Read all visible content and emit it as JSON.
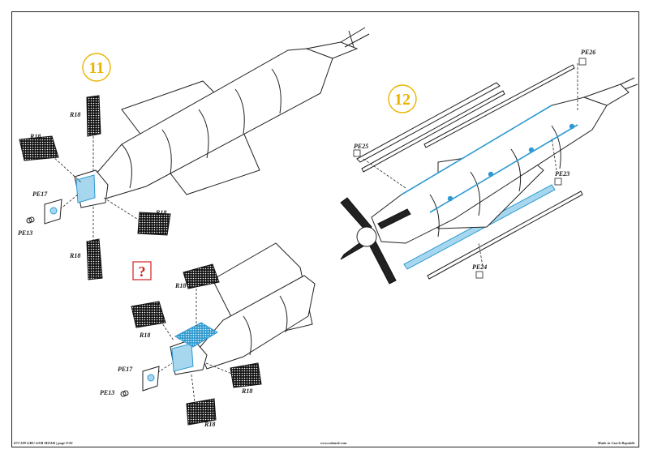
{
  "steps": {
    "step11": "11",
    "step12": "12",
    "unknown": "?"
  },
  "labels": {
    "r18": "R18",
    "pe17": "PE17",
    "pe13": "PE13",
    "pe25": "PE25",
    "pe26": "PE26",
    "pe23": "PE23",
    "pe24": "PE24"
  },
  "footer": {
    "left": "673 189  GBU-43/B MOAB  | page 9/10",
    "center": "www.eduard.com",
    "right": "Made in Czech Republic"
  },
  "colors": {
    "part_highlight": "#a7d7ee",
    "part_edge": "#2f9ad0",
    "step_number": "#e8b400",
    "question": "#d21e1e",
    "ink": "#1a1a1a"
  },
  "icons": [
    "pe-part-marker-icon"
  ]
}
